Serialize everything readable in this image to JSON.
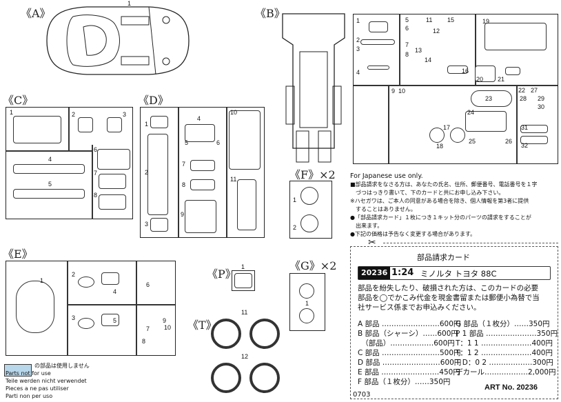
{
  "sections": {
    "A": "《A》",
    "B": "《B》",
    "C": "《C》",
    "D": "《D》",
    "E": "《E》",
    "F": "《F》×2",
    "G": "《G》×2",
    "P": "《P》",
    "T": "《T》"
  },
  "part_numbers": {
    "a1": "1",
    "b": [
      "1",
      "2",
      "3",
      "4",
      "5",
      "6",
      "7",
      "8",
      "9",
      "10",
      "11",
      "12",
      "13",
      "14",
      "15",
      "16",
      "17",
      "18",
      "19",
      "20",
      "21",
      "22",
      "23",
      "24",
      "25",
      "26",
      "27",
      "28",
      "29",
      "30",
      "31",
      "32"
    ],
    "c": [
      "1",
      "2",
      "3",
      "4",
      "5",
      "6",
      "7",
      "8"
    ],
    "d": [
      "1",
      "2",
      "3",
      "4",
      "5",
      "6",
      "7",
      "8",
      "9",
      "10",
      "11"
    ],
    "e": [
      "1",
      "2",
      "3",
      "4",
      "5",
      "6",
      "7",
      "8",
      "9",
      "10"
    ],
    "f": [
      "1",
      "2"
    ],
    "g": [
      "1"
    ],
    "p": [
      "1"
    ],
    "t": [
      "11",
      "12"
    ]
  },
  "legend": {
    "jp": "の部品は使用しません",
    "en": "Parts not for use",
    "de": "Teile werden nicht verwendet",
    "fr": "Pieces a ne pas utiliser",
    "it": "Parti non per uso"
  },
  "notice": {
    "heading": "For Japanese use only.",
    "lines": [
      "■部品請求をなさる方は、あなたの氏名、住所、郵便番号、電話番号を１字",
      "　づつはっきり書いて、下のカードと共にお申し込み下さい。",
      "※ハセガワは、ご本人の同意がある場合を除き、個人情報を第3者に提供",
      "　することはありません。",
      "●「部品請求カード」１枚につき１キット分のパーツの請求をすることが",
      "　出来ます。",
      "●下記の価格は予告なく変更する場合があります。"
    ]
  },
  "card": {
    "title": "部品請求カード",
    "product_code": "20236",
    "scale": "1:24",
    "product_name": "ミノルタ トヨタ 88C",
    "body": [
      "部品を紛失したり、破損された方は、このカードの必要",
      "部品を◯でかこみ代金を現金書留または郵便小為替で当",
      "社サービス係までお申込みください。"
    ],
    "prices_left": [
      "A 部品 ……………………600円",
      "B 部品（シャーシ）……600円",
      "　（部品）………………600円",
      "C 部品 ……………………500円",
      "D 部品 ……………………600円",
      "E 部品 ……………………450円",
      "F 部品（１枚分）……350円"
    ],
    "prices_right": [
      "G 部品（１枚分）……350円",
      "P 1 部品 …………………350円",
      "T：1 1 …………………400円",
      "T：1 2 …………………400円",
      "T D：0 2 ………………300円",
      "デカール………………2,000円"
    ],
    "art_no": "ART No. 20236",
    "footer_code": "0703"
  },
  "colors": {
    "unused_parts": "#b8d7ea",
    "ink": "#222222"
  }
}
